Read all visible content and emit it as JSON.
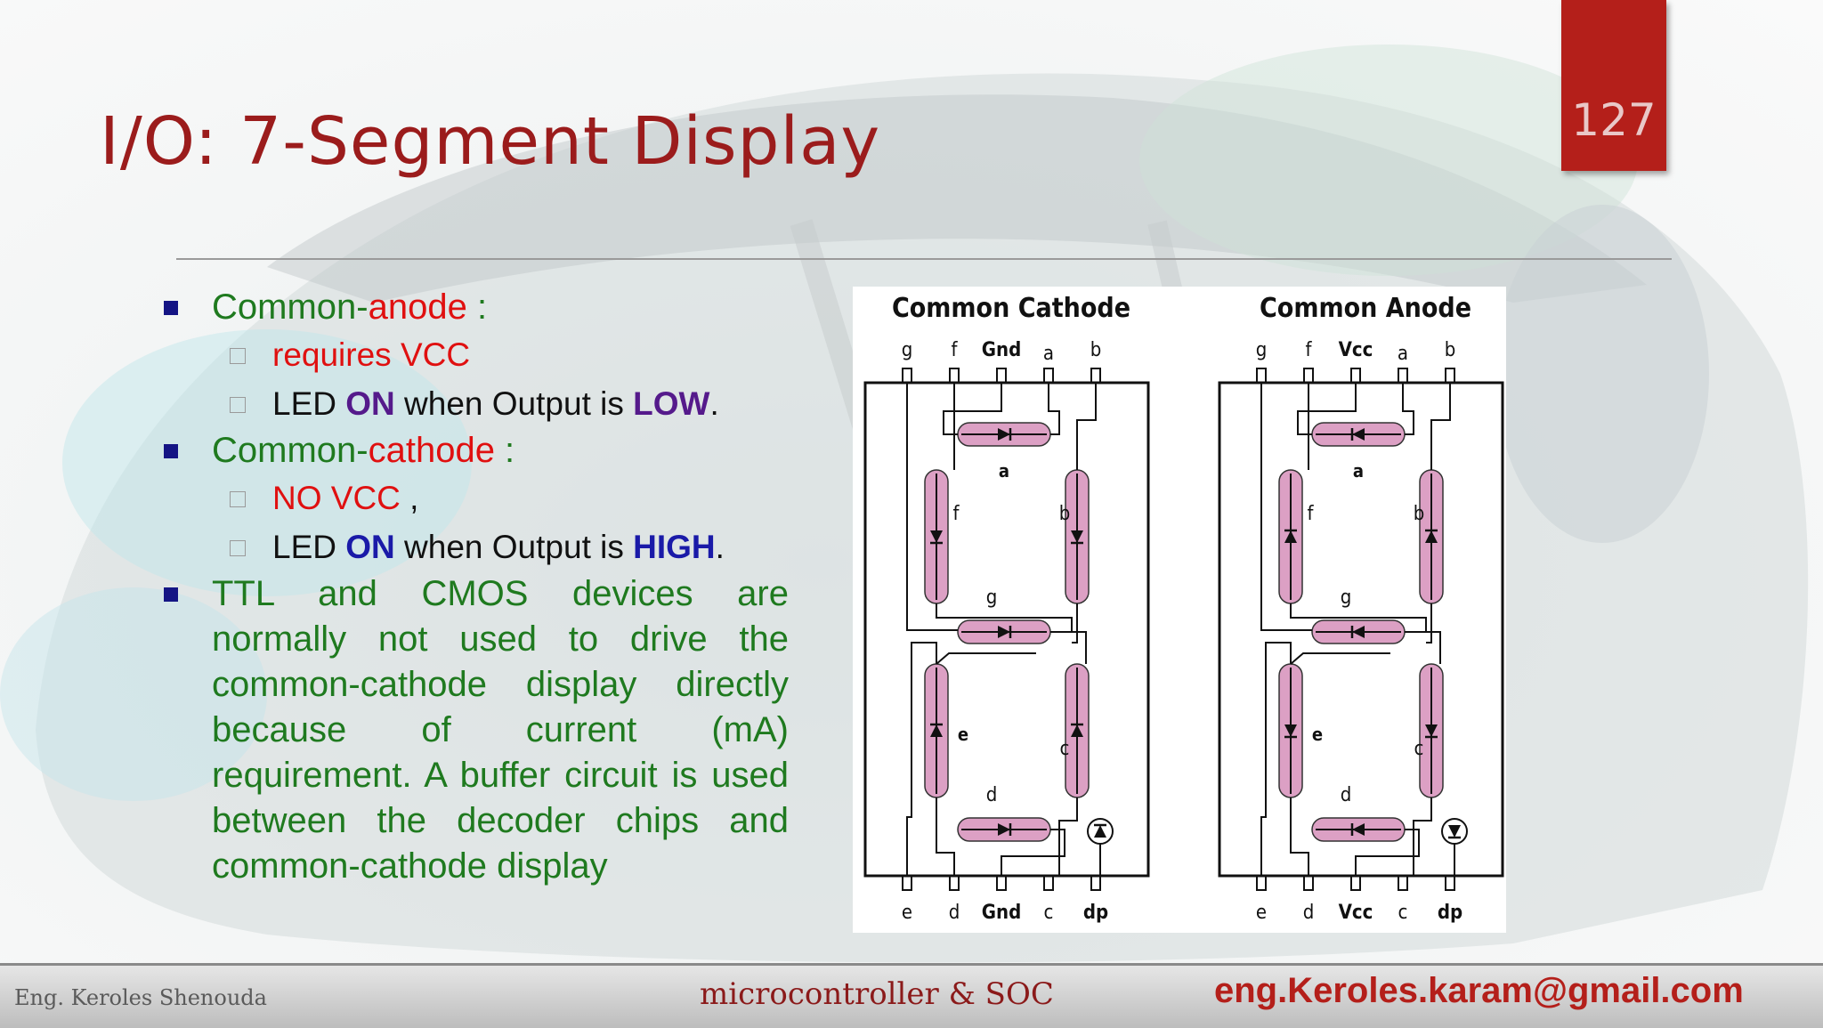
{
  "slide": {
    "title": "I/O: 7-Segment Display",
    "page_number": "127"
  },
  "bullets": {
    "anode": {
      "prefix": "Common-",
      "highlight": "anode",
      "suffix": " :"
    },
    "anode_sub1": "requires VCC",
    "anode_sub2": {
      "a": "LED ",
      "b": "ON",
      "c": " when Output is ",
      "d": "LOW",
      "e": "."
    },
    "cathode": {
      "prefix": "Common-",
      "highlight": "cathode",
      "suffix": " :"
    },
    "cathode_sub1": {
      "a": "NO  VCC",
      "b": " ,"
    },
    "cathode_sub2": {
      "a": "LED ",
      "b": "ON",
      "c": " when Output is ",
      "d": "HIGH",
      "e": "."
    },
    "ttl": "TTL and CMOS devices are normally not used to drive the common-cathode display directly because of current (mA) requirement.  A buffer circuit is used between the decoder chips and common-cathode display"
  },
  "diagram": {
    "cathode": {
      "title": "Common Cathode",
      "top_pins": [
        "g",
        "f",
        "Gnd",
        "a",
        "b"
      ],
      "bottom_pins": [
        "e",
        "d",
        "Gnd",
        "c",
        "dp"
      ],
      "segments": [
        "a",
        "b",
        "c",
        "d",
        "e",
        "f",
        "g"
      ]
    },
    "anode": {
      "title": "Common Anode",
      "top_pins": [
        "g",
        "f",
        "Vcc",
        "a",
        "b"
      ],
      "bottom_pins": [
        "e",
        "d",
        "Vcc",
        "c",
        "dp"
      ],
      "segments": [
        "a",
        "b",
        "c",
        "d",
        "e",
        "f",
        "g"
      ]
    }
  },
  "footer": {
    "author": "Eng. Keroles Shenouda",
    "course": "microcontroller & SOC",
    "email": "eng.Keroles.karam@gmail.com"
  },
  "colors": {
    "title": "#9b1c1c",
    "accent_red": "#b41f1a",
    "bullet_green": "#1f7a1f",
    "segment_pink": "#dca0c4"
  }
}
